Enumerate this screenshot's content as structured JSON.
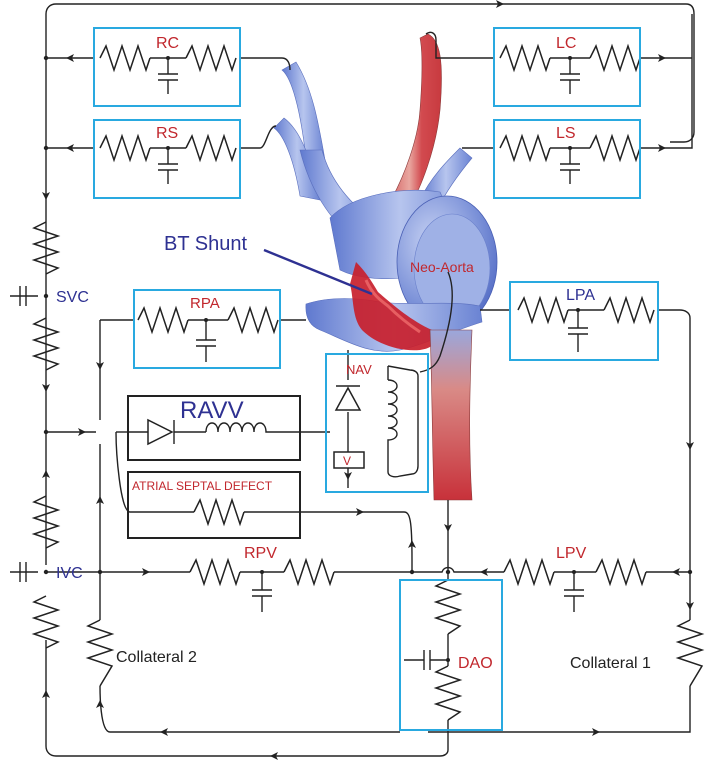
{
  "labels": {
    "rc": "RC",
    "lc": "LC",
    "rs": "RS",
    "ls": "LS",
    "bt_shunt": "BT Shunt",
    "neo_aorta": "Neo-Aorta",
    "svc": "SVC",
    "rpa": "RPA",
    "lpa": "LPA",
    "ravv": "RAVV",
    "nav": "NAV",
    "v": "V",
    "asd": "ATRIAL SEPTAL DEFECT",
    "ivc": "IVC",
    "rpv": "RPV",
    "lpv": "LPV",
    "collateral2": "Collateral 2",
    "collateral1": "Collateral 1",
    "dao": "DAO"
  },
  "colors": {
    "box_outline": "#29a9e0",
    "label_red": "#c1272d",
    "label_blue": "#2e3192",
    "vessel_blue": "#7f95d8",
    "vessel_red": "#d0323a"
  }
}
